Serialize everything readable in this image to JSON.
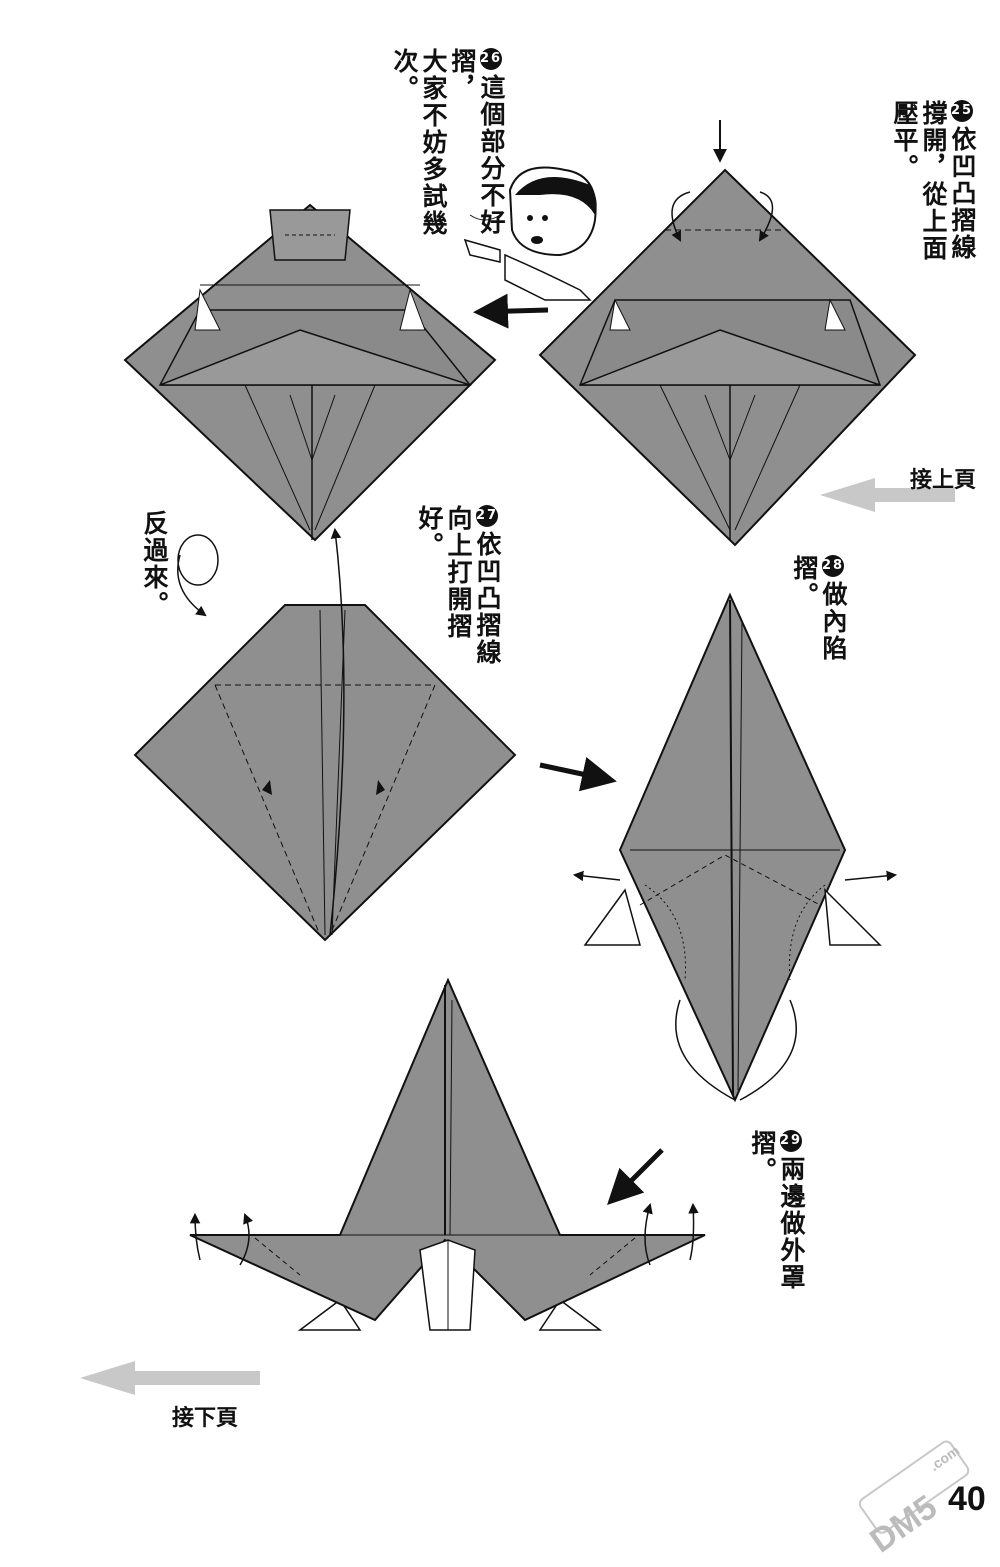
{
  "page_number": "40",
  "steps": [
    {
      "id": "step25",
      "number": "25",
      "lines": [
        "依凹凸摺線",
        "撐開，從上面",
        "壓平。"
      ]
    },
    {
      "id": "step26",
      "number": "26",
      "lines": [
        "這個部分不好摺，",
        "大家不妨多試幾次。"
      ]
    },
    {
      "id": "step27",
      "number": "27",
      "lines": [
        "依凹凸摺線",
        "向上打開摺",
        "好。"
      ]
    },
    {
      "id": "step28",
      "number": "28",
      "lines": [
        "做內陷摺。"
      ]
    },
    {
      "id": "step29",
      "number": "29",
      "lines": [
        "兩邊做外罩摺。"
      ]
    }
  ],
  "flip_text": "反過來。",
  "continue_from": "接上頁",
  "continue_to": "接下頁",
  "watermark": {
    "site": "DM5",
    "tld": ".com"
  },
  "colors": {
    "paper": "#8f8f8f",
    "line": "#111111",
    "arrow_gray": "#c8c8c8"
  }
}
